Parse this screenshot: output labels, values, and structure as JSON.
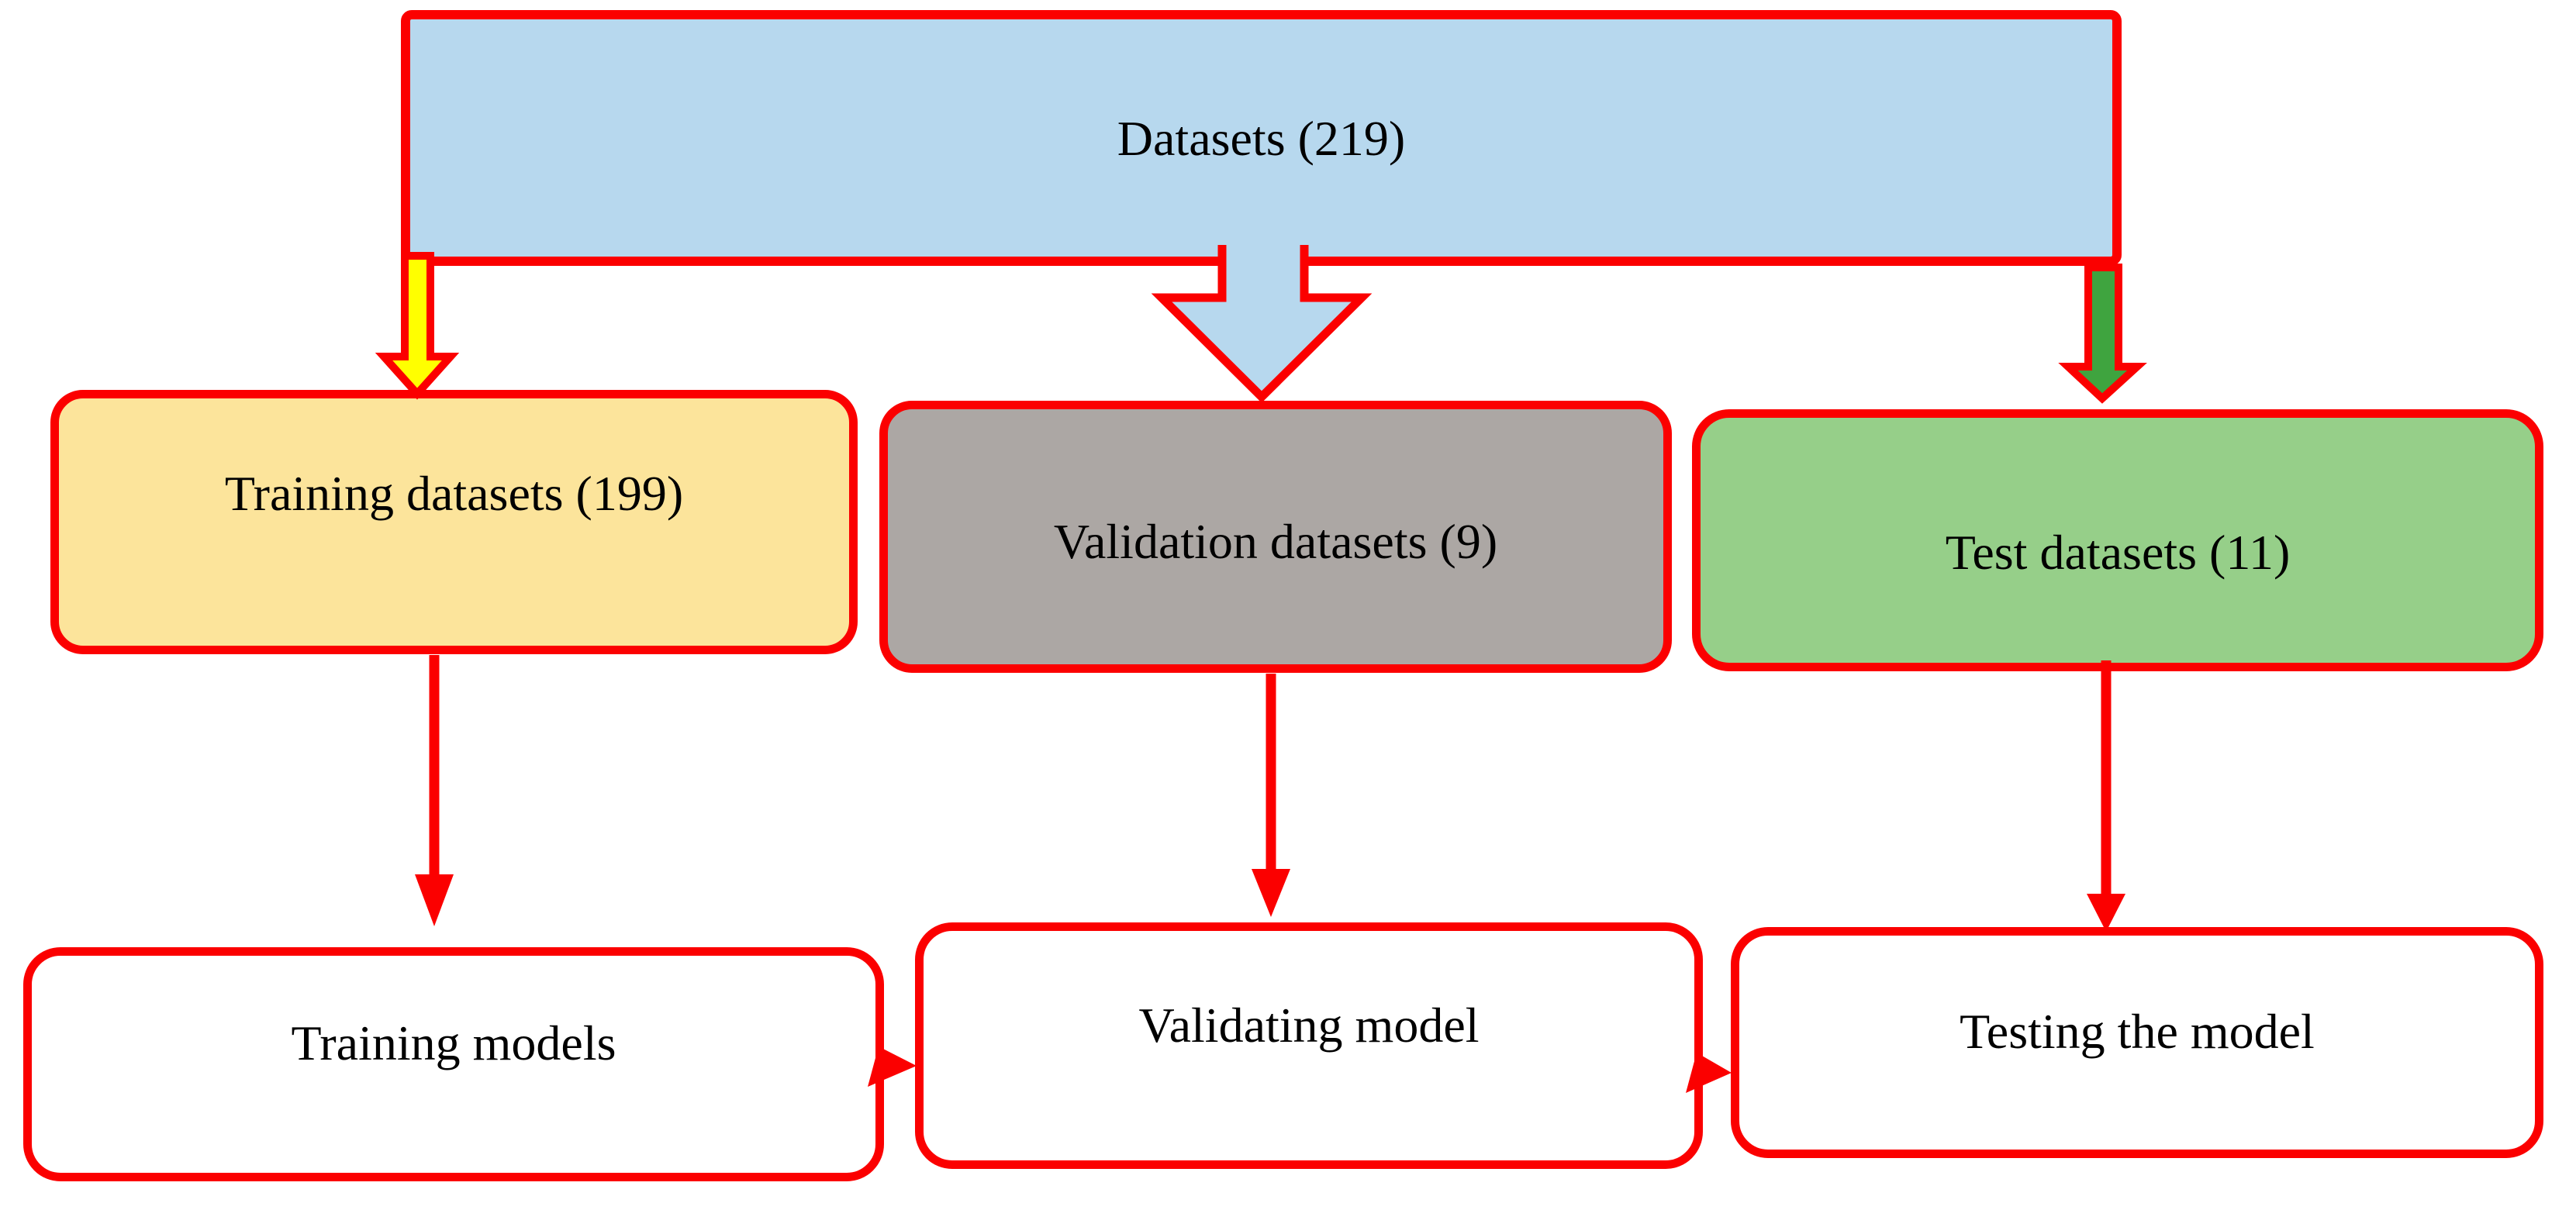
{
  "diagram": {
    "nodes": {
      "datasets": {
        "label": "Datasets (219)",
        "fill": "#B7D8EE"
      },
      "training_datasets": {
        "label": "Training datasets (199)",
        "fill": "#FCE49B"
      },
      "validation_datasets": {
        "label": "Validation datasets (9)",
        "fill": "#ACA7A4"
      },
      "test_datasets": {
        "label": "Test datasets (11)",
        "fill": "#96CF89"
      },
      "training_models": {
        "label": "Training models",
        "fill": "#FFFFFF"
      },
      "validating_model": {
        "label": "Validating model",
        "fill": "#FFFFFF"
      },
      "testing_model": {
        "label": "Testing the model",
        "fill": "#FFFFFF"
      }
    },
    "edges": [
      {
        "from": "datasets",
        "to": "training_datasets",
        "style": "block-arrow",
        "fill": "#FFFF00"
      },
      {
        "from": "datasets",
        "to": "validation_datasets",
        "style": "block-arrow",
        "fill": "#B7D8EE"
      },
      {
        "from": "datasets",
        "to": "test_datasets",
        "style": "block-arrow",
        "fill": "#3FA43F"
      },
      {
        "from": "training_datasets",
        "to": "training_models",
        "style": "thin-arrow",
        "fill": "#FB0000"
      },
      {
        "from": "validation_datasets",
        "to": "validating_model",
        "style": "thin-arrow",
        "fill": "#FB0000"
      },
      {
        "from": "test_datasets",
        "to": "testing_model",
        "style": "thin-arrow",
        "fill": "#FB0000"
      },
      {
        "from": "training_models",
        "to": "validating_model",
        "style": "arrowhead",
        "fill": "#FB0000"
      },
      {
        "from": "validating_model",
        "to": "testing_model",
        "style": "arrowhead",
        "fill": "#FB0000"
      }
    ],
    "colors": {
      "outline_red": "#FB0000",
      "text": "#000000",
      "background": "#FFFFFF"
    }
  }
}
